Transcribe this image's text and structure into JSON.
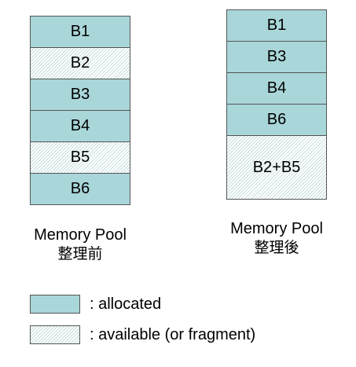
{
  "before": {
    "blocks": [
      {
        "label": "B1",
        "state": "allocated"
      },
      {
        "label": "B2",
        "state": "available"
      },
      {
        "label": "B3",
        "state": "allocated"
      },
      {
        "label": "B4",
        "state": "allocated"
      },
      {
        "label": "B5",
        "state": "available"
      },
      {
        "label": "B6",
        "state": "allocated"
      }
    ],
    "caption_line1": "Memory Pool",
    "caption_line2": "整理前"
  },
  "after": {
    "blocks": [
      {
        "label": "B1",
        "state": "allocated"
      },
      {
        "label": "B3",
        "state": "allocated"
      },
      {
        "label": "B4",
        "state": "allocated"
      },
      {
        "label": "B6",
        "state": "allocated"
      },
      {
        "label": "B2+B5",
        "state": "available"
      }
    ],
    "caption_line1": "Memory Pool",
    "caption_line2": "整理後"
  },
  "legend": {
    "allocated_label": ": allocated",
    "available_label": ": available (or fragment)"
  },
  "colors": {
    "allocated_fill": "#a9d6d9",
    "available_hatch": "#c6dcdd",
    "border": "#555555"
  }
}
